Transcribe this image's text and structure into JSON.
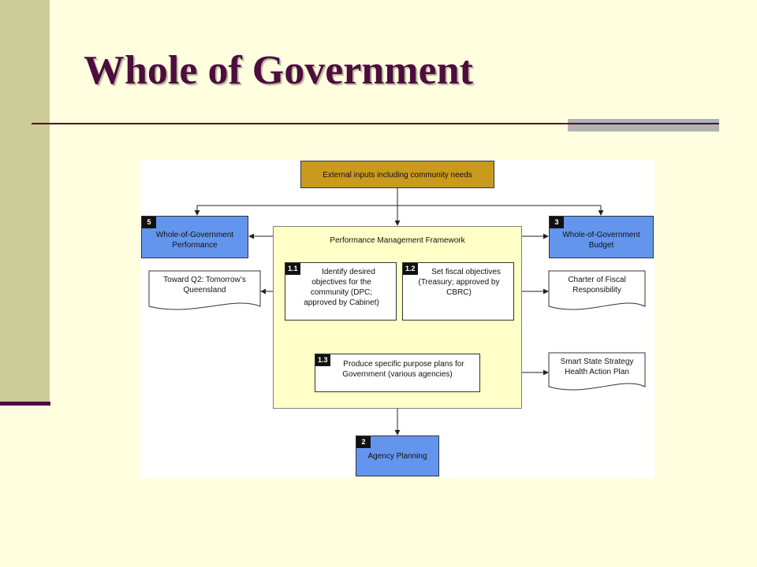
{
  "slide": {
    "title": "Whole of Government"
  },
  "diagram": {
    "external": "External inputs including community needs",
    "framework": "Performance Management Framework",
    "boxes": {
      "b5": {
        "badge": "5",
        "line1": "Whole-of-Government",
        "line2": "Performance"
      },
      "b3": {
        "badge": "3",
        "line1": "Whole-of-Government",
        "line2": "Budget"
      },
      "b2": {
        "badge": "2",
        "line1": "Agency Planning"
      },
      "b11": {
        "badge": "1.1",
        "line1": "Identify desired",
        "line2": "objectives for the",
        "line3": "community (DPC;",
        "line4": "approved by Cabinet)"
      },
      "b12": {
        "badge": "1.2",
        "line1": "Set fiscal objectives",
        "line2": "(Treasury; approved by",
        "line3": "CBRC)"
      },
      "b13": {
        "badge": "1.3",
        "line1": "Produce specific purpose plans for",
        "line2": "Government (various agencies)"
      }
    },
    "documents": {
      "q2": {
        "line1": "Toward Q2: Tomorrow’s",
        "line2": "Queensland"
      },
      "charter": {
        "line1": "Charter of Fiscal",
        "line2": "Responsibility"
      },
      "smart": {
        "line1": "Smart State Strategy",
        "line2": "Health Action Plan"
      }
    },
    "colors": {
      "external_fill": "#c99a1e",
      "agency_fill": "#6495ed",
      "framework_fill": "#ffffc8"
    }
  }
}
